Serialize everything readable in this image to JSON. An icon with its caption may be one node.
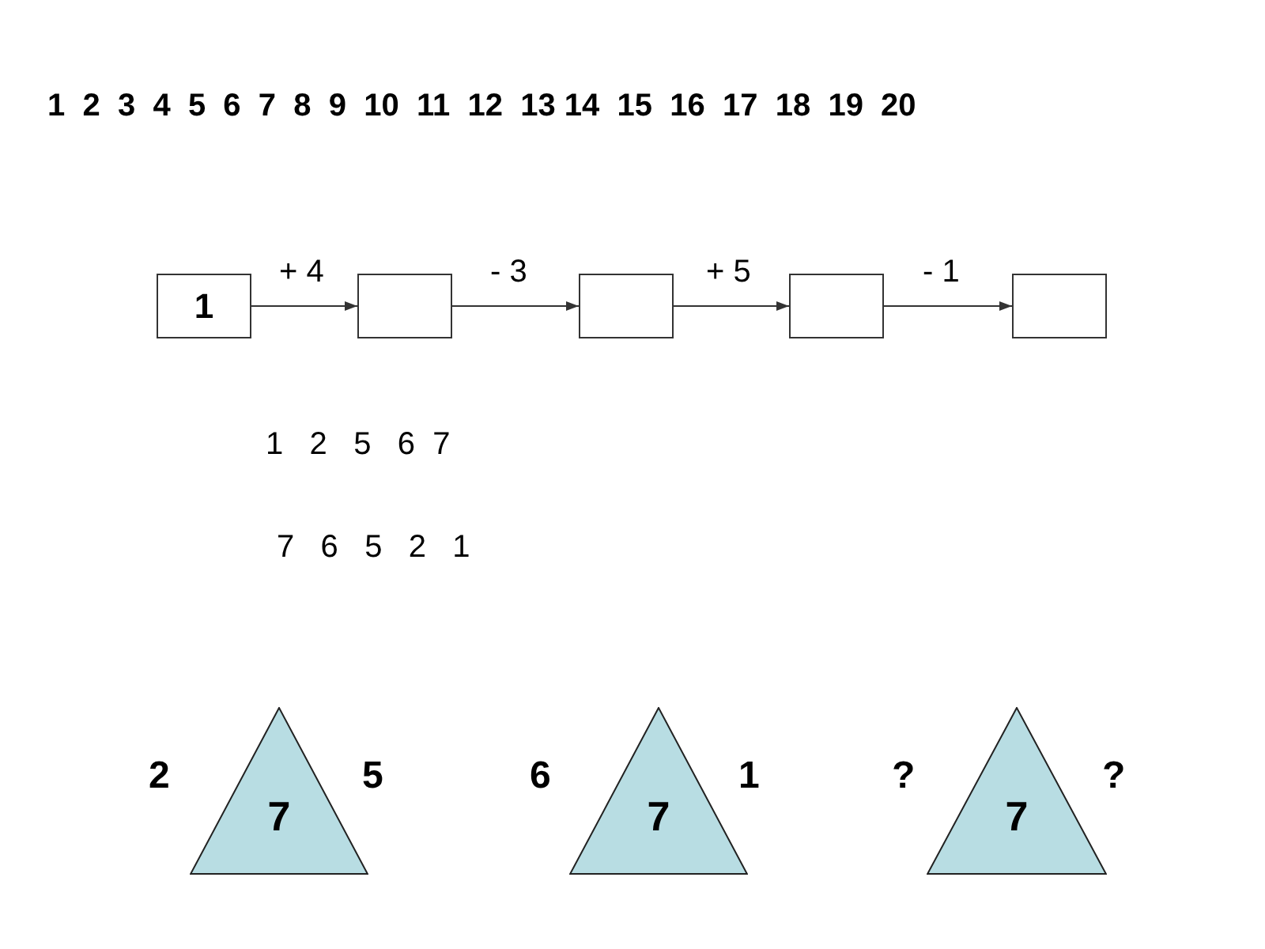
{
  "diagram": {
    "nodes": [
      {
        "text": [
          "1"
        ]
      },
      {
        "text": [],
        "shape": "box"
      },
      {
        "text": [],
        "shape": "box"
      },
      {
        "text": [],
        "shape": "box"
      },
      {
        "text": [],
        "shape": "box"
      },
      {
        "text": [
          "7"
        ],
        "beside": [
          "2",
          "5"
        ]
      },
      {
        "text": [
          "7"
        ],
        "beside": [
          "6",
          "1"
        ]
      },
      {
        "text": [
          "7"
        ],
        "beside": [
          "?",
          "?"
        ]
      }
    ],
    "edges": [
      {
        "from": 0,
        "to": 1,
        "arrow": "to",
        "label": "+ 4"
      },
      {
        "from": 1,
        "to": 2,
        "arrow": "to",
        "label": "- 3"
      },
      {
        "from": 2,
        "to": 3,
        "arrow": "to",
        "label": "+ 5"
      },
      {
        "from": 3,
        "to": 4,
        "arrow": "to",
        "label": "- 1"
      }
    ],
    "labels": [
      "1  2  3  4  5  6  7  8  9  10  11  12  13 14  15  16  17  18  19  20",
      "1   2   5   6  7",
      "7   6   5   2   1"
    ]
  }
}
